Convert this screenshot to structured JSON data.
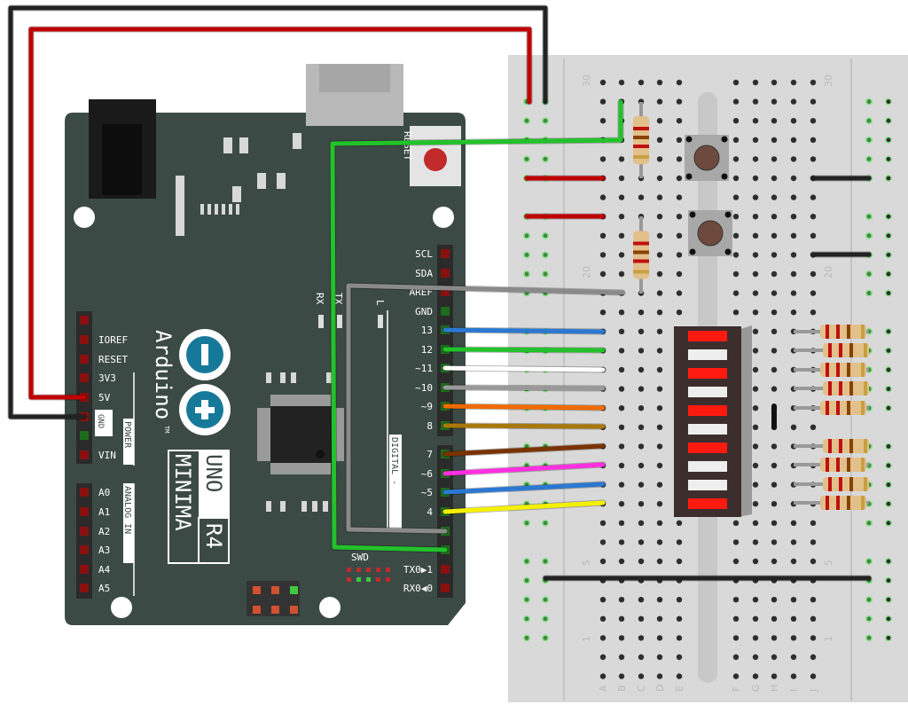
{
  "board": {
    "brand": "Arduino",
    "tm": "TM",
    "model_line1": "UNO",
    "model_line2": "R4",
    "model_line3": "MINIMA",
    "reset_label": "RESET",
    "rx_label": "RX",
    "tx_label": "TX",
    "l_label": "L",
    "swd_label": "SWD",
    "power_label": "POWER",
    "analog_label": "ANALOG IN",
    "digital_label": "DIGITAL -",
    "color": "#3c4a46",
    "logo_color": "#17799a",
    "right_pins": [
      "SCL",
      "SDA",
      "AREF",
      "GND",
      "13",
      "12",
      "~11",
      "~10",
      "~9",
      "8",
      "7",
      "~6",
      "~5",
      "4",
      "",
      "",
      "TX0▶1",
      "RX0◀0"
    ],
    "left_pins": [
      "",
      "IOREF",
      "RESET",
      "3V3",
      "5V",
      "GND",
      "GND",
      "VIN",
      "A0",
      "A1",
      "A2",
      "A3",
      "A4",
      "A5"
    ]
  },
  "breadboard": {
    "row_labels": [
      "30",
      "20",
      "5",
      "1"
    ],
    "columns_left": [
      "A",
      "B",
      "C",
      "D",
      "E"
    ],
    "columns_right": [
      "F",
      "G",
      "H",
      "I",
      "J"
    ],
    "color": "#d9d9d9"
  },
  "led_bar": {
    "segments": [
      "red",
      "white",
      "red",
      "white",
      "red",
      "white",
      "red",
      "white",
      "white",
      "red"
    ]
  },
  "wire_colors": {
    "power": "#c00000",
    "ground": "#222222",
    "button_green": "#22c22a",
    "button_gray": "#8a8a8a",
    "pin13": "#2a78d2",
    "pin12": "#22c22a",
    "pin11": "#ffffff",
    "pin10": "#999999",
    "pin9": "#f06a00",
    "pin8": "#a8780a",
    "pin7": "#7a3300",
    "pin6": "#ff30e0",
    "pin5": "#2a78d2",
    "pin4": "#f5f000"
  }
}
